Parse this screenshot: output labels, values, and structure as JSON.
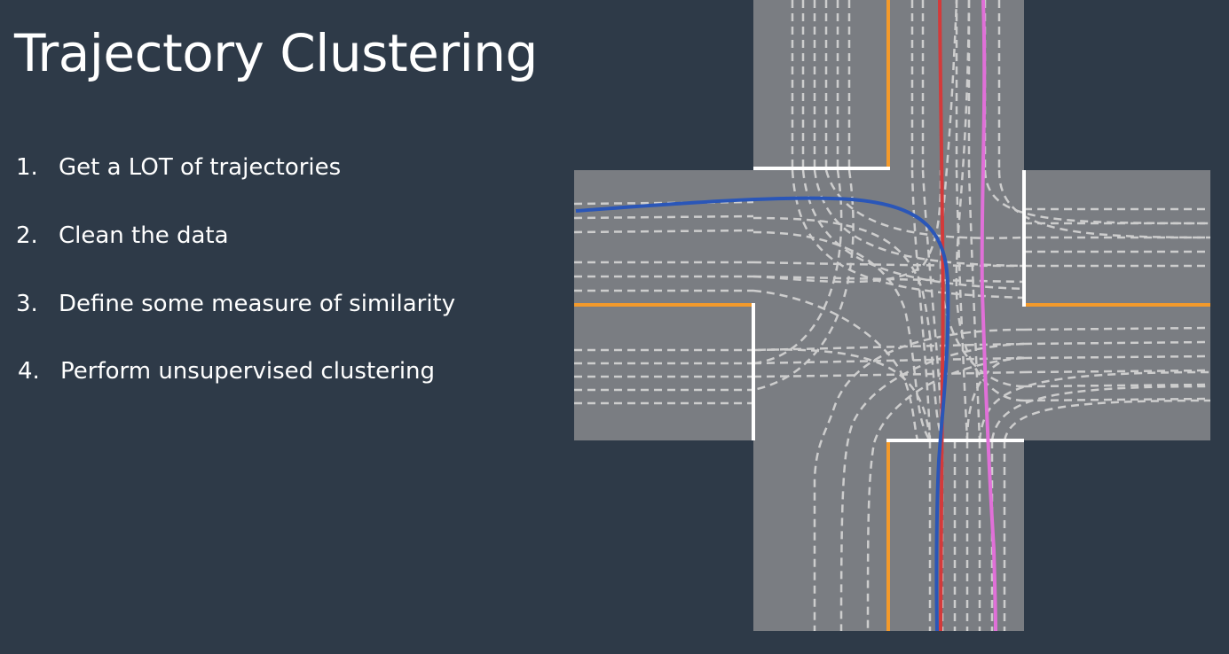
{
  "slide": {
    "title": "Trajectory Clustering",
    "steps": [
      {
        "number": "1.",
        "text": "Get a LOT of trajectories"
      },
      {
        "number": "2.",
        "text": "Clean the data"
      },
      {
        "number": "3.",
        "text": "Define some measure of similarity"
      },
      {
        "number": "4.",
        "text": "Perform unsupervised clustering"
      }
    ]
  },
  "diagram": {
    "colors": {
      "background": "#2e3a48",
      "road": "#7a7d82",
      "center_line": "#f39a2b",
      "stop_line": "#ffffff",
      "trajectory_dash": "#d6d6d6",
      "highlight_blue": "#2a56b8",
      "highlight_red": "#d43a3a",
      "highlight_pink": "#e070d8"
    }
  }
}
